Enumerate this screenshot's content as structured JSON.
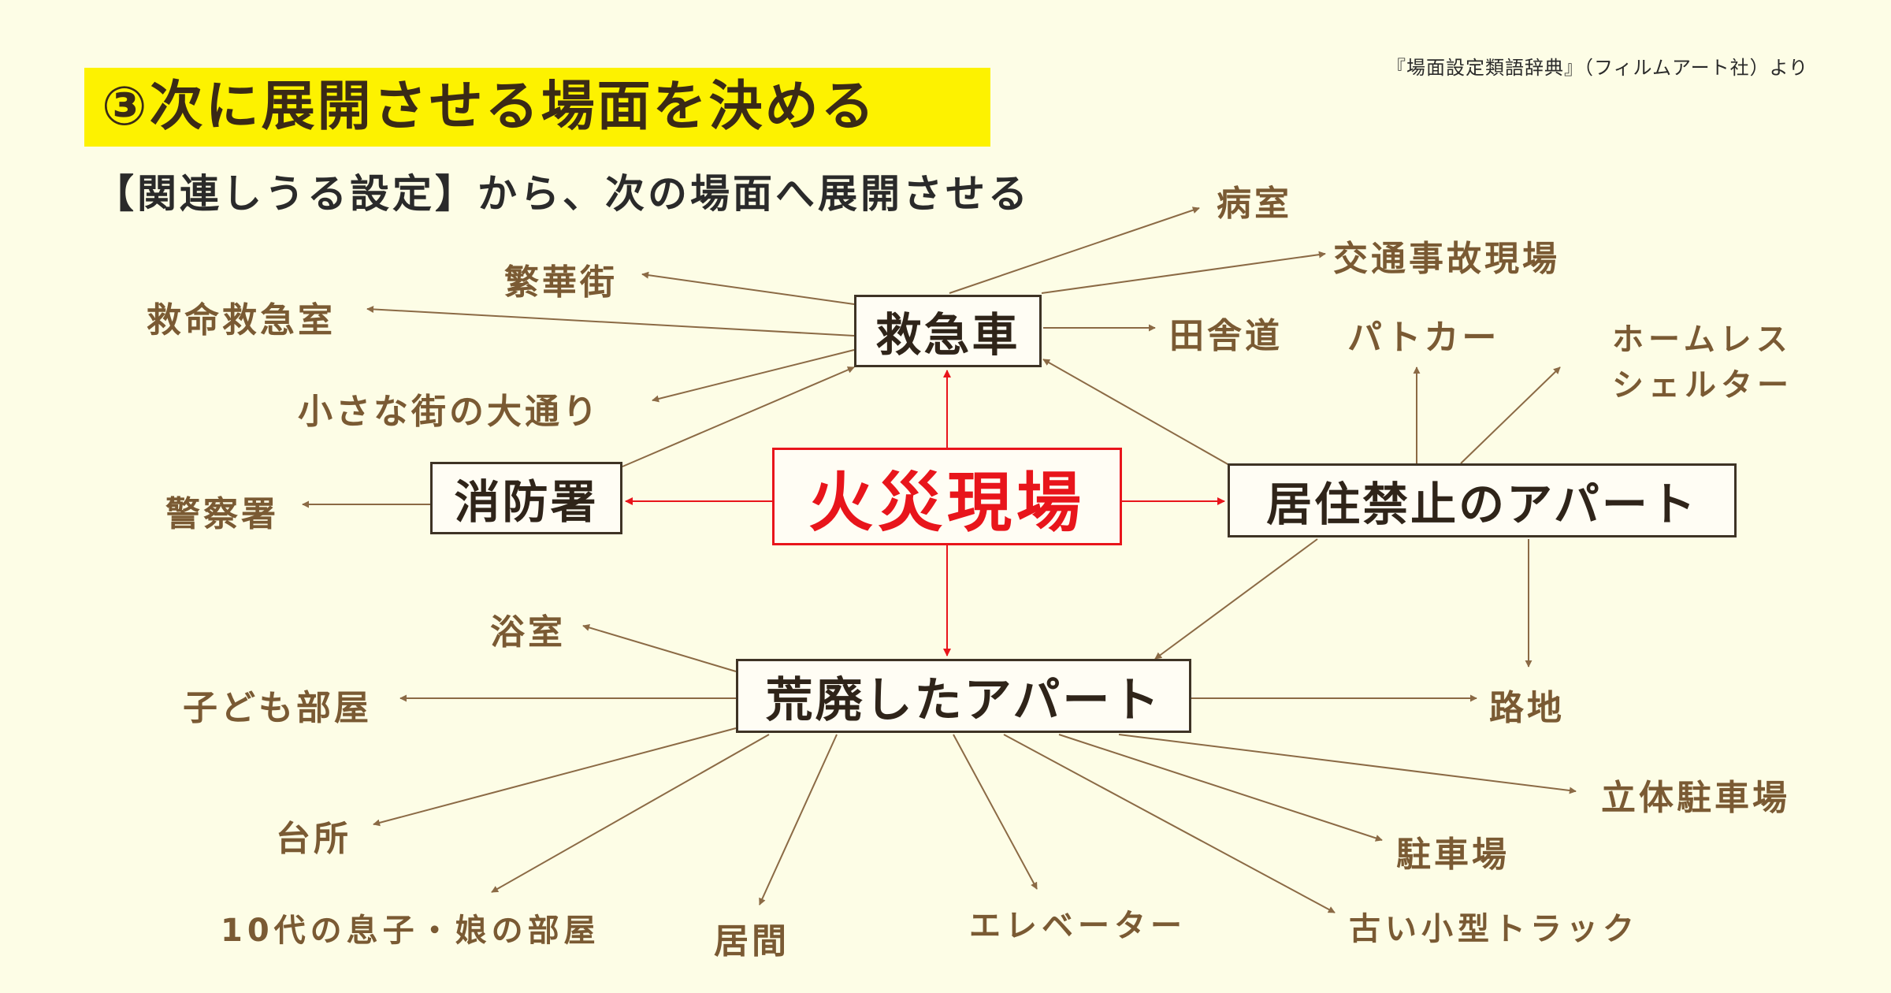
{
  "header": {
    "title": "③次に展開させる場面を決める",
    "subtitle": "【関連しうる設定】から、次の場面へ展開させる",
    "source": "『場面設定類語辞典』（フィルムアート社）より"
  },
  "colors": {
    "background": "#fdfde6",
    "title_highlight": "#fdf200",
    "center_red": "#e8151b",
    "link_brown": "#8b6a45",
    "label_brown": "#7a5a33"
  },
  "nodes": {
    "center": "火災現場",
    "ambulance": "救急車",
    "fire_station": "消防署",
    "condemned_apartment": "居住禁止のアパート",
    "derelict_apartment": "荒廃したアパート"
  },
  "labels": {
    "hospital_room": "病室",
    "traffic_accident": "交通事故現場",
    "downtown": "繁華街",
    "emergency_room": "救命救急室",
    "country_road": "田舎道",
    "main_street": "小さな街の大通り",
    "patrol_car": "パトカー",
    "shelter_1": "ホームレス",
    "shelter_2": "シェルター",
    "police_station": "警察署",
    "bathroom": "浴室",
    "child_room": "子ども部屋",
    "alley": "路地",
    "parking_garage": "立体駐車場",
    "kitchen": "台所",
    "parking_lot": "駐車場",
    "teen_room": "10代の息子・娘の部屋",
    "living_room": "居間",
    "elevator": "エレベーター",
    "old_truck": "古い小型トラック"
  }
}
